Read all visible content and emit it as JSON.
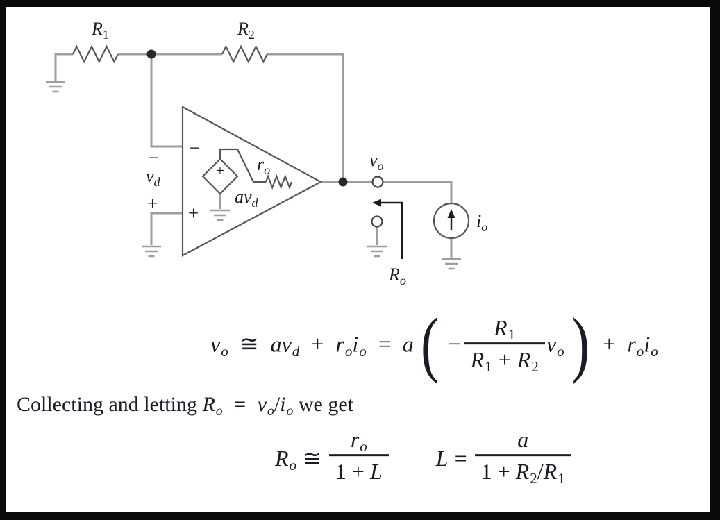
{
  "colors": {
    "frame": "#0a0a0a",
    "paper": "#ffffff",
    "wire": "#9e9e9e",
    "component": "#55555c",
    "ink": "#1b1b28"
  },
  "figure": {
    "r1": {
      "b": "R",
      "s": "1"
    },
    "r2": {
      "b": "R",
      "s": "2"
    },
    "vd": {
      "b": "v",
      "s": "d"
    },
    "vo": {
      "b": "v",
      "s": "o"
    },
    "io": {
      "b": "i",
      "s": "o"
    },
    "ro": {
      "b": "r",
      "s": "o"
    },
    "Ro": {
      "b": "R",
      "s": "o"
    },
    "avd": {
      "a": "a",
      "b": "v",
      "s": "d"
    },
    "minus_outer": "−",
    "plus_outer": "+",
    "minus_inner": "−",
    "plus_inner": "+",
    "src_plus": "+",
    "src_minus": "−"
  },
  "eq1": {
    "vo_b": "v",
    "vo_s": "o",
    "approx": "≅",
    "a": "a",
    "vd_b": "v",
    "vd_s": "d",
    "plus": "+",
    "ro_b": "r",
    "ro_s": "o",
    "io_b": "i",
    "io_s": "o",
    "equals": "=",
    "a2": "a",
    "lparen": "(",
    "minus": "−",
    "num_b": "R",
    "num_s": "1",
    "den1_b": "R",
    "den1_s": "1",
    "den_plus": "+",
    "den2_b": "R",
    "den2_s": "2",
    "vo2_b": "v",
    "vo2_s": "o",
    "rparen": ")",
    "plus2": "+",
    "ro2_b": "r",
    "ro2_s": "o",
    "io2_b": "i",
    "io2_s": "o"
  },
  "narrative": {
    "lead": "Collecting and letting",
    "Ro_b": "R",
    "Ro_s": "o",
    "equals": "=",
    "vo_b": "v",
    "vo_s": "o",
    "slash": "/",
    "io_b": "i",
    "io_s": "o",
    "tail": "we get"
  },
  "eq2a": {
    "Ro_b": "R",
    "Ro_s": "o",
    "approx": "≅",
    "num_b": "r",
    "num_s": "o",
    "den_pre": "1 + ",
    "den_L": "L"
  },
  "eq2b": {
    "L": "L",
    "equals": "=",
    "num": "a",
    "den_pre": "1 + ",
    "r2_b": "R",
    "r2_s": "2",
    "slash": "/",
    "r1_b": "R",
    "r1_s": "1"
  }
}
